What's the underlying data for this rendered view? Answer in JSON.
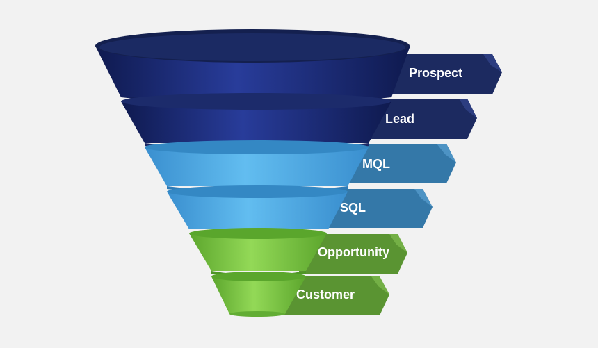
{
  "background": "#f2f2f2",
  "stages": [
    {
      "label": "Prospect",
      "color": "#1a2b6d"
    },
    {
      "label": "Lead",
      "color": "#1a2b6d"
    },
    {
      "label": "MQL",
      "color": "#3b9fd6"
    },
    {
      "label": "SQL",
      "color": "#3b9fd6"
    },
    {
      "label": "Opportunity",
      "color": "#7cc243"
    },
    {
      "label": "Customer",
      "color": "#7cc243"
    }
  ]
}
